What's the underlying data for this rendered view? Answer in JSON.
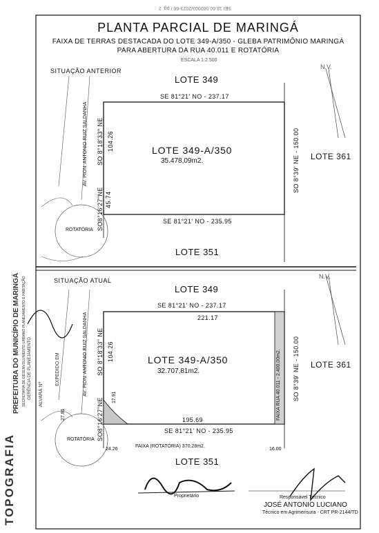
{
  "header": {
    "stamp": "SEI 18.60.000003/2023-66 / pg. 2"
  },
  "title": "PLANTA PARCIAL DE MARINGÁ",
  "subtitle1": "FAIXA DE TERRAS DESTACADA DO LOTE 349-A/350 - GLEBA PATRIMÔNIO MARINGÁ",
  "subtitle2": "PARA ABERTURA DA RUA 40.011 E ROTATÓRIA",
  "scale": "ESCALA 1:2.500",
  "north": "N.V.",
  "anterior": {
    "label": "SITUAÇÃO ANTERIOR",
    "lote_top": "LOTE 349",
    "lote_main": "LOTE 349-A/350",
    "area": "35.478,09m2.",
    "lote_right": "LOTE 361",
    "lote_bottom": "LOTE 351",
    "top_meas": "SE 81°21' NO - 237.17",
    "bottom_meas": "SE 81°21' NO - 235.95",
    "right_meas": "SO 8°39' NE - 150.00",
    "left_meas1": "SO 8°18'33\" NE",
    "left_meas2": "SO8°16'27\"NE",
    "left_len1": "104.26",
    "left_len2": "45.74",
    "avenue": "AV. PION. ANTONIO RUIZ SALDANHA",
    "rotatoria": "ROTATÓRIA"
  },
  "atual": {
    "label": "SITUAÇÃO ATUAL",
    "lote_top": "LOTE 349",
    "lote_main": "LOTE 349-A/350",
    "area": "32.707,81m2.",
    "lote_right": "LOTE 361",
    "lote_bottom": "LOTE 351",
    "top_meas": "SE 81°21' NO - 237.17",
    "inner_top": "221.17",
    "inner_bottom": "195.69",
    "bottom_meas": "SE 81°21' NO - 235.95",
    "right_meas": "SO 8°39' NE - 150.00",
    "faixa_rua": "FAIXA RUA 40.011 - 2.400,00m2.",
    "faixa_rot": "FAIXA (ROTATÓRIA) 370,28m2.",
    "left_meas1": "SO 8°18'33\" NE",
    "left_meas2": "SO8°16'27\"NE",
    "left_len1": "104.26",
    "len_1791": "17.91",
    "len_2781": "27.81",
    "len_2426": "24.26",
    "len_1600": "16.00",
    "avenue": "AV. PION. ANTONIO RUIZ SALDANHA",
    "rotatoria": "ROTATÓRIA"
  },
  "signatures": {
    "owner": "Proprietário",
    "tech_role": "Responsável Técnico",
    "tech_name": "JOSÉ ANTONIO LUCIANO",
    "tech_reg": "Técnico em Agrimensura - CRT PR-2144/TD"
  },
  "stamp_side": {
    "topografia": "TOPOGRAFIA",
    "prefeitura": "PREFEITURA DO MUNICÍPIO DE MARINGÁ",
    "secretaria": "SECRETARIA DE DESENVOLVIMENTO URBANO PLANEJAMENTO E HABITAÇÃO",
    "gerencia": "GERÊNCIA DE PLANEJAMENTO",
    "alvara": "ALVARÁ Nº",
    "expedido": "EXPEDIDO EM"
  }
}
